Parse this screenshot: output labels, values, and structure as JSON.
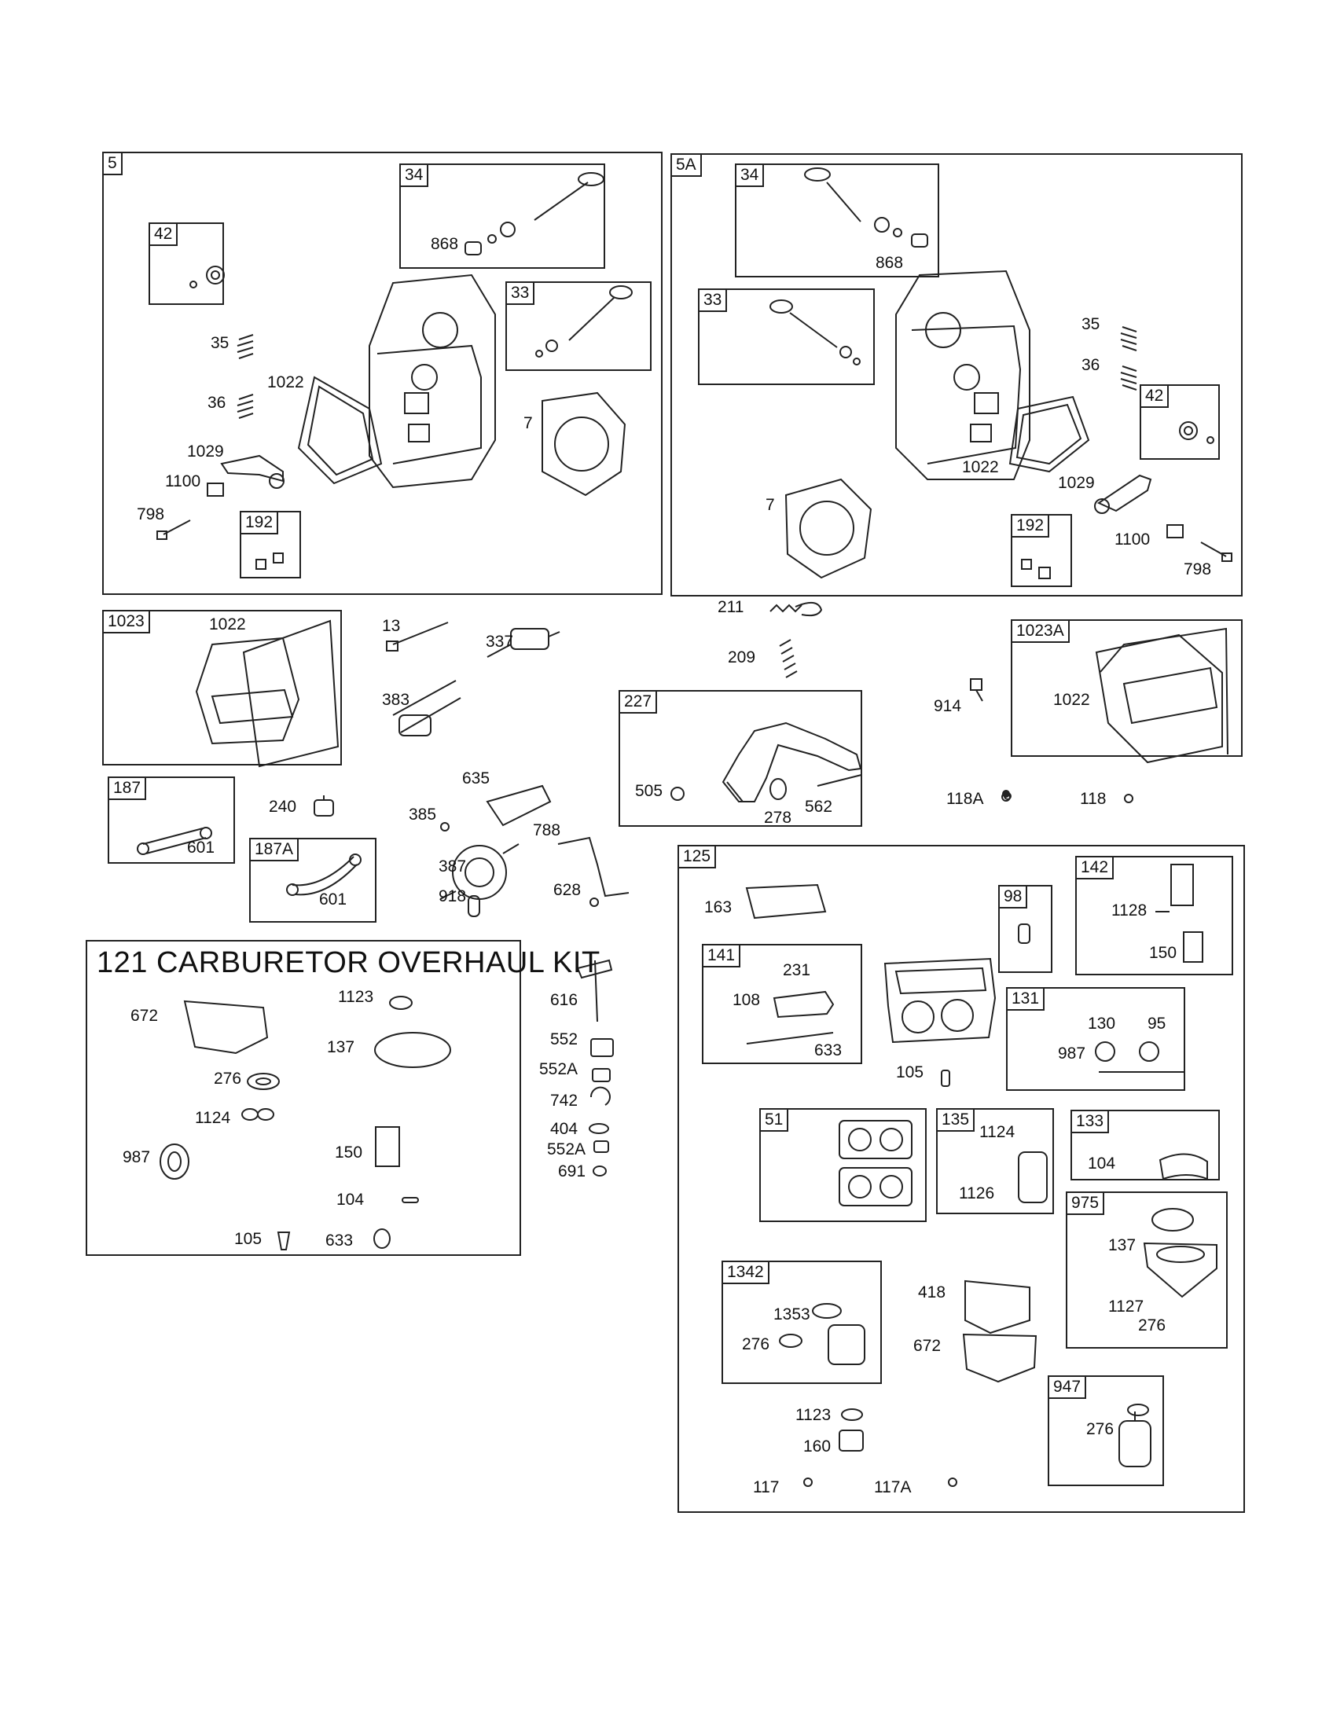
{
  "groups": {
    "g5": "5",
    "g5_34": "34",
    "g5_33": "33",
    "g5_42": "42",
    "g5_192": "192",
    "g5a": "5A",
    "g5a_34": "34",
    "g5a_33": "33",
    "g5a_42": "42",
    "g5a_192": "192",
    "g1023": "1023",
    "g1023a": "1023A",
    "g187": "187",
    "g187a": "187A",
    "g227": "227",
    "g125": "125",
    "g141": "141",
    "g98": "98",
    "g142": "142",
    "g131": "131",
    "g51": "51",
    "g135": "135",
    "g133": "133",
    "g975": "975",
    "g1342": "1342",
    "g947": "947"
  },
  "kit": {
    "title": "121 CARBURETOR OVERHAUL KIT"
  },
  "labels": {
    "a868": "868",
    "a35": "35",
    "a36": "36",
    "a1022": "1022",
    "a7": "7",
    "a1029": "1029",
    "a1100": "1100",
    "a798": "798",
    "b868": "868",
    "b35": "35",
    "b36": "36",
    "b1022": "1022",
    "b7": "7",
    "b1029": "1029",
    "b1100": "1100",
    "b798": "798",
    "c1022": "1022",
    "c13": "13",
    "c337": "337",
    "c383": "383",
    "c211": "211",
    "c209": "209",
    "c505": "505",
    "c278": "278",
    "c562": "562",
    "c914": "914",
    "c1022b": "1022",
    "c240": "240",
    "c601": "601",
    "c601b": "601",
    "c635": "635",
    "c385": "385",
    "c387": "387",
    "c788": "788",
    "c918": "918",
    "c628": "628",
    "c118a": "118A",
    "c118": "118",
    "k672": "672",
    "k1123": "1123",
    "k137": "137",
    "k276": "276",
    "k1124": "1124",
    "k987": "987",
    "k150": "150",
    "k104": "104",
    "k105": "105",
    "k633": "633",
    "m616": "616",
    "m552": "552",
    "m552a": "552A",
    "m742": "742",
    "m404": "404",
    "m552a2": "552A",
    "m691": "691",
    "r163": "163",
    "r231": "231",
    "r108": "108",
    "r633": "633",
    "r105": "105",
    "r1128": "1128",
    "r150": "150",
    "r130": "130",
    "r95": "95",
    "r987": "987",
    "r1124": "1124",
    "r1126": "1126",
    "r104": "104",
    "r137": "137",
    "r1127": "1127",
    "r276": "276",
    "r418": "418",
    "r672": "672",
    "r1353": "1353",
    "r276b": "276",
    "r276c": "276",
    "r1123": "1123",
    "r160": "160",
    "r117": "117",
    "r117a": "117A"
  },
  "icons": [
    "valve",
    "valve-seal",
    "valve-spring",
    "rocker-arm",
    "cylinder-head",
    "gasket",
    "valve-cover",
    "spark-plug",
    "carburetor",
    "spring",
    "bracket",
    "screw",
    "nut",
    "washer",
    "o-ring",
    "fuel-filter",
    "solenoid"
  ]
}
